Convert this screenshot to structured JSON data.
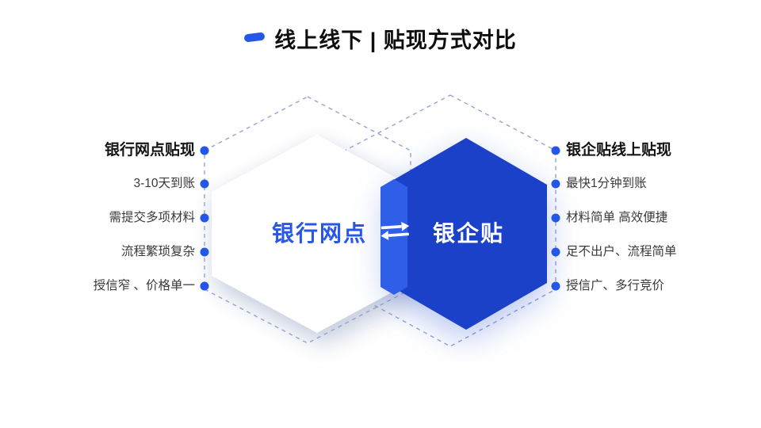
{
  "slide": {
    "title": "线上线下 | 贴现方式对比"
  },
  "comparison": {
    "left": {
      "heading": "银行网点贴现",
      "items": [
        "3-10天到账",
        "需提交多项材料",
        "流程繁琐复杂",
        "授信窄 、价格单一"
      ],
      "hexagon_label": "银行网点"
    },
    "right": {
      "heading": "银企贴线上贴现",
      "items": [
        "最快1分钟到账",
        "材料简单 高效便捷",
        "足不出户、流程简单",
        "授信广、多行竞价"
      ],
      "hexagon_label": "银企贴"
    }
  },
  "icons": {
    "title_dash": "short-blue-dash",
    "swap": "double-horizontal-arrows ⇌",
    "bullet": "blue-dot"
  },
  "colors": {
    "accent_blue": "#2456e8",
    "hexagon_blue": "#1b41c9",
    "bar_blue": "#2f5ee8",
    "hexagon_label_blue": "#2857e8",
    "dashed_line": "#94a3d2",
    "title_text": "#0d0d0d",
    "heading_text": "#141414",
    "item_text": "#3a3a3a"
  }
}
